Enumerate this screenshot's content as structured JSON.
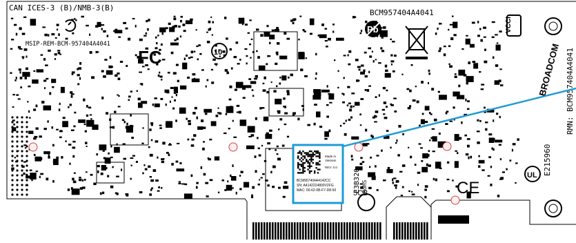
{
  "board": {
    "cert_text": "CAN ICES-3 (B)/NMB-3(B)",
    "msip_text": "MSIP-REM-BCM-957404A4041",
    "part_number": "BCM957404A4041",
    "fc_logo": "FC",
    "rohs_years": "10",
    "pb_mark": "Pb",
    "vcci_logo": "VCCI",
    "brand_logo": "BROADCOM",
    "rmn_text": "RMN: BCM957404A4041",
    "ul_text": "E215960",
    "ul_mark": "UL",
    "ce_mark": "CE",
    "cb_text": "5CB",
    "fcc_text": "E3B320",
    "rohs_tag": "RoHS"
  },
  "label": {
    "made_in": "Made in",
    "country": "Vietnam",
    "rev": "REV: 0.0",
    "line1": "BCM957404A4142CC",
    "line2": "SN: A4142224800V2FG",
    "line3": "MAC: 00-62-0B-F7-D8-50"
  },
  "colors": {
    "highlight": "#1c9bd6",
    "ink": "#000000",
    "board": "#ffffff"
  }
}
